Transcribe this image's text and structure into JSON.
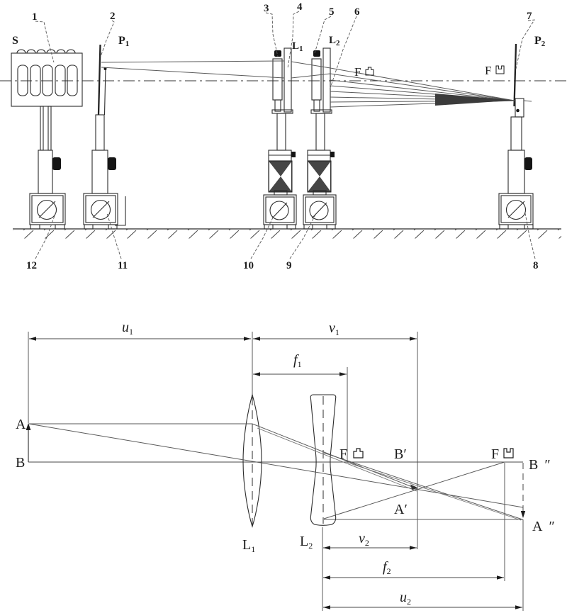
{
  "colors": {
    "line": "#2b2b2b",
    "ray": "#5a5a5a",
    "dark_fill": "#151515",
    "clamp_fill": "#454545",
    "background": "#ffffff"
  },
  "top_diagram": {
    "source_label": "S",
    "screen1": {
      "letter": "P",
      "sub": "1"
    },
    "screen2": {
      "letter": "P",
      "sub": "2"
    },
    "lens1": {
      "letter": "L",
      "sub": "1"
    },
    "lens2": {
      "letter": "L",
      "sub": "2"
    },
    "focus_convex_prefix": "F",
    "focus_concave_prefix": "F",
    "numbers": {
      "n1": "1",
      "n2": "2",
      "n3": "3",
      "n4": "4",
      "n5": "5",
      "n6": "6",
      "n7": "7",
      "n8": "8",
      "n9": "9",
      "n10": "10",
      "n11": "11",
      "n12": "12"
    }
  },
  "bottom_diagram": {
    "object_top": "A",
    "object_base": "B",
    "image1_top": "A′",
    "image1_base": "B′",
    "image2_top": {
      "letter": "A",
      "mark": "″"
    },
    "image2_base": {
      "letter": "B",
      "mark": "″"
    },
    "focus_convex_prefix": "F",
    "focus_concave_prefix": "F",
    "lens1": {
      "letter": "L",
      "sub": "1"
    },
    "lens2": {
      "letter": "L",
      "sub": "2"
    },
    "dims": {
      "u1": {
        "letter": "u",
        "sub": "1"
      },
      "v1": {
        "letter": "v",
        "sub": "1"
      },
      "f1": {
        "letter": "f",
        "sub": "1"
      },
      "v2": {
        "letter": "v",
        "sub": "2"
      },
      "f2": {
        "letter": "f",
        "sub": "2"
      },
      "u2": {
        "letter": "u",
        "sub": "2"
      }
    }
  }
}
